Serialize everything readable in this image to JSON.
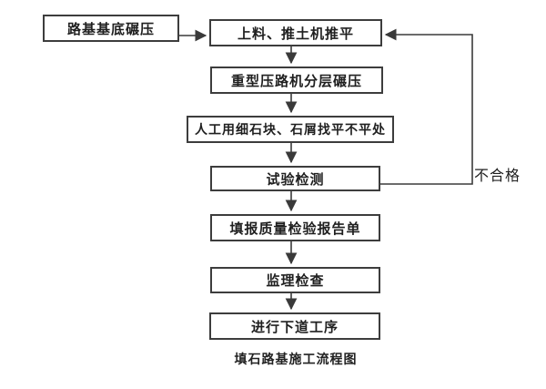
{
  "diagram": {
    "caption": "填石路基施工流程图",
    "feedback_label": "不合格",
    "nodes": [
      {
        "id": "n1",
        "label": "路基基底碾压"
      },
      {
        "id": "n2",
        "label": "上料、推土机推平"
      },
      {
        "id": "n3",
        "label": "重型压路机分层碾压"
      },
      {
        "id": "n4",
        "label": "人工用细石块、石屑找平不平处"
      },
      {
        "id": "n5",
        "label": "试验检测"
      },
      {
        "id": "n6",
        "label": "填报质量检验报告单"
      },
      {
        "id": "n7",
        "label": "监理检查"
      },
      {
        "id": "n8",
        "label": "进行下道工序"
      }
    ],
    "edges": [
      {
        "from": "路基基底碾压",
        "to": "上料、推土机推平",
        "label": ""
      },
      {
        "from": "上料、推土机推平",
        "to": "重型压路机分层碾压",
        "label": ""
      },
      {
        "from": "重型压路机分层碾压",
        "to": "人工用细石块、石屑找平不平处",
        "label": ""
      },
      {
        "from": "人工用细石块、石屑找平不平处",
        "to": "试验检测",
        "label": ""
      },
      {
        "from": "试验检测",
        "to": "填报质量检验报告单",
        "label": ""
      },
      {
        "from": "填报质量检验报告单",
        "to": "监理检查",
        "label": ""
      },
      {
        "from": "监理检查",
        "to": "进行下道工序",
        "label": ""
      },
      {
        "from": "试验检测",
        "to": "上料、推土机推平",
        "label": "不合格"
      }
    ],
    "colors": {
      "background": "#ffffff",
      "box_border": "#3d3d3d",
      "line": "#3a3a3a",
      "text": "#1f1f1f"
    }
  }
}
